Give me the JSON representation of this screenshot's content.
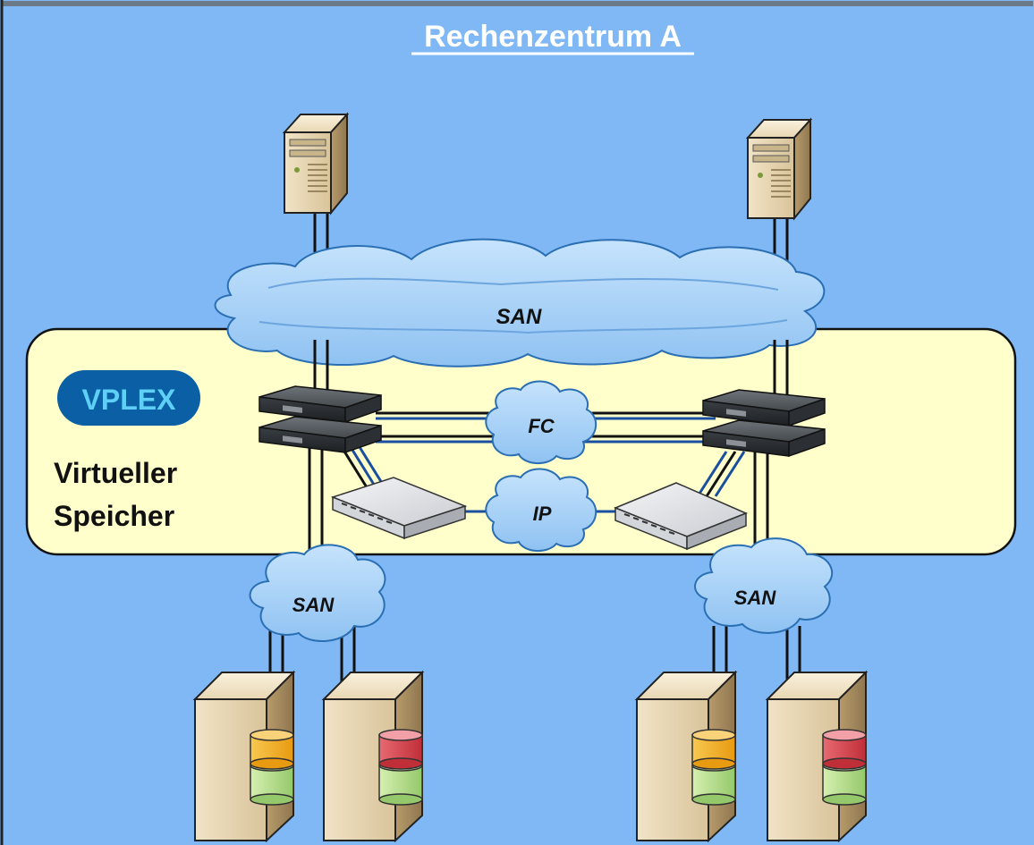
{
  "title": "Rechenzentrum A",
  "vplex": {
    "badge": "VPLEX",
    "caption_line1": "Virtueller",
    "caption_line2": "Speicher"
  },
  "clouds": {
    "san_top": "SAN",
    "fc": "FC",
    "ip": "IP",
    "san_left": "SAN",
    "san_right": "SAN"
  },
  "colors": {
    "background": "#7fb8f5",
    "band": "#ffffcc",
    "cloud": "#a8d4fa",
    "badge": "#0a5fa5",
    "badge_text": "#5fd0f5",
    "link_blue": "#1a4fa0",
    "disk_orange": "#f5b320",
    "disk_red": "#d6404a",
    "disk_green": "#b8e08a"
  }
}
